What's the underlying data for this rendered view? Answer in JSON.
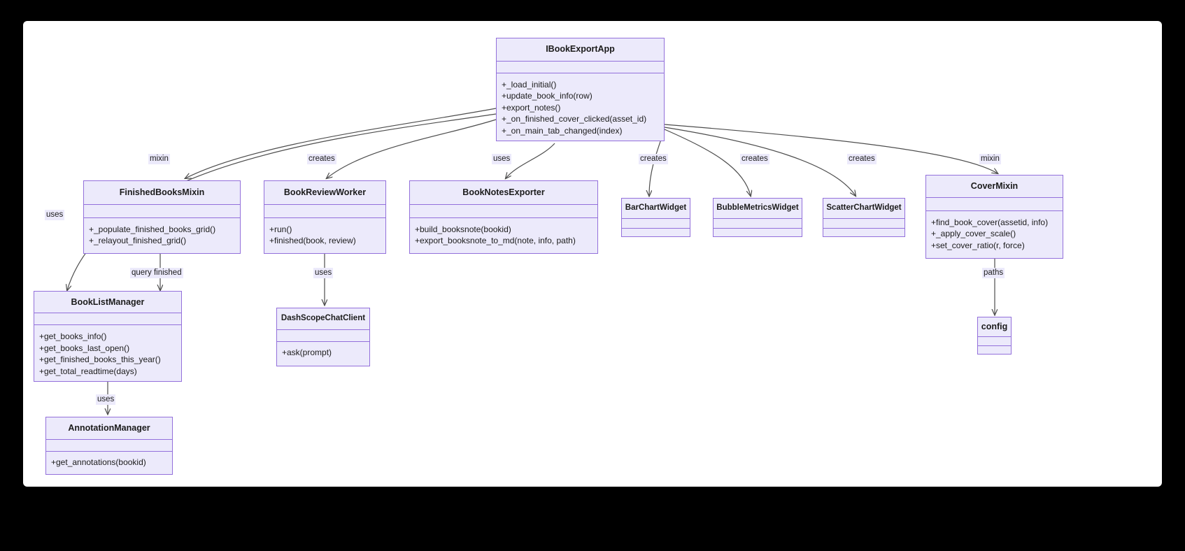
{
  "diagram": {
    "type": "uml-class-diagram",
    "background": "#000000",
    "paper": "#ffffff",
    "node_fill": "#ECEAFB",
    "node_border": "#9370DB",
    "edge_color": "#4d4d4d",
    "classes": [
      {
        "id": "IBookExportApp",
        "name": "IBookExportApp",
        "attributes": [],
        "methods": [
          "+_load_initial()",
          "+update_book_info(row)",
          "+export_notes()",
          "+_on_finished_cover_clicked(asset_id)",
          "+_on_main_tab_changed(index)"
        ]
      },
      {
        "id": "FinishedBooksMixin",
        "name": "FinishedBooksMixin",
        "attributes": [],
        "methods": [
          "+_populate_finished_books_grid()",
          "+_relayout_finished_grid()"
        ]
      },
      {
        "id": "BookReviewWorker",
        "name": "BookReviewWorker",
        "attributes": [],
        "methods": [
          "+run()",
          "+finished(book, review)"
        ]
      },
      {
        "id": "BookNotesExporter",
        "name": "BookNotesExporter",
        "attributes": [],
        "methods": [
          "+build_booksnote(bookid)",
          "+export_booksnote_to_md(note, info, path)"
        ]
      },
      {
        "id": "BarChartWidget",
        "name": "BarChartWidget",
        "attributes": [],
        "methods": []
      },
      {
        "id": "BubbleMetricsWidget",
        "name": "BubbleMetricsWidget",
        "attributes": [],
        "methods": []
      },
      {
        "id": "ScatterChartWidget",
        "name": "ScatterChartWidget",
        "attributes": [],
        "methods": []
      },
      {
        "id": "CoverMixin",
        "name": "CoverMixin",
        "attributes": [],
        "methods": [
          "+find_book_cover(assetid, info)",
          "+_apply_cover_scale()",
          "+set_cover_ratio(r, force)"
        ]
      },
      {
        "id": "BookListManager",
        "name": "BookListManager",
        "attributes": [],
        "methods": [
          "+get_books_info()",
          "+get_books_last_open()",
          "+get_finished_books_this_year()",
          "+get_total_readtime(days)"
        ]
      },
      {
        "id": "DashScopeChatClient",
        "name": "DashScopeChatClient",
        "attributes": [],
        "methods": [
          "+ask(prompt)"
        ]
      },
      {
        "id": "config",
        "name": "config",
        "attributes": [],
        "methods": []
      },
      {
        "id": "AnnotationManager",
        "name": "AnnotationManager",
        "attributes": [],
        "methods": [
          "+get_annotations(bookid)"
        ]
      }
    ],
    "edges": [
      {
        "from": "IBookExportApp",
        "to": "FinishedBooksMixin",
        "label": "mixin"
      },
      {
        "from": "IBookExportApp",
        "to": "BookListManager",
        "label": "uses"
      },
      {
        "from": "IBookExportApp",
        "to": "BookReviewWorker",
        "label": "creates"
      },
      {
        "from": "IBookExportApp",
        "to": "BookNotesExporter",
        "label": "uses"
      },
      {
        "from": "IBookExportApp",
        "to": "BarChartWidget",
        "label": "creates"
      },
      {
        "from": "IBookExportApp",
        "to": "BubbleMetricsWidget",
        "label": "creates"
      },
      {
        "from": "IBookExportApp",
        "to": "ScatterChartWidget",
        "label": "creates"
      },
      {
        "from": "IBookExportApp",
        "to": "CoverMixin",
        "label": "mixin"
      },
      {
        "from": "FinishedBooksMixin",
        "to": "BookListManager",
        "label": "query finished"
      },
      {
        "from": "BookReviewWorker",
        "to": "DashScopeChatClient",
        "label": "uses"
      },
      {
        "from": "CoverMixin",
        "to": "config",
        "label": "paths"
      },
      {
        "from": "BookListManager",
        "to": "AnnotationManager",
        "label": "uses"
      }
    ]
  }
}
